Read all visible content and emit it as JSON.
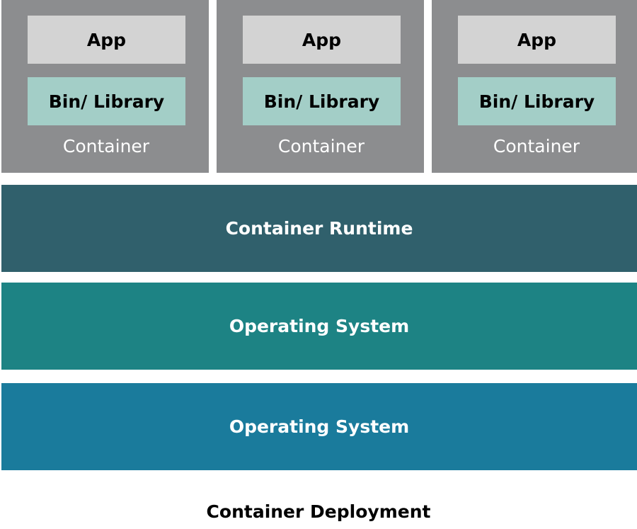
{
  "containers": [
    {
      "app": "App",
      "library": "Bin/ Library",
      "label": "Container"
    },
    {
      "app": "App",
      "library": "Bin/ Library",
      "label": "Container"
    },
    {
      "app": "App",
      "library": "Bin/ Library",
      "label": "Container"
    }
  ],
  "layers": [
    {
      "label": "Container Runtime",
      "color": "#30606c"
    },
    {
      "label": "Operating System",
      "color": "#1d8384"
    },
    {
      "label": "Operating System",
      "color": "#1a7b9c"
    }
  ],
  "colors": {
    "container_bg": "#8c8d8f",
    "app_bg": "#d3d3d3",
    "library_bg": "#a3cec7"
  },
  "caption": "Container Deployment"
}
